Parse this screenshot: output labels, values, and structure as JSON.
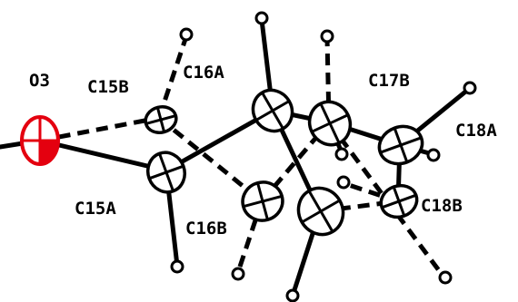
{
  "labels": {
    "o3": "O3",
    "c15a": "C15A",
    "c15b": "C15B",
    "c16a": "C16A",
    "c16b": "C16B",
    "c17b": "C17B",
    "c18a": "C18A",
    "c18b": "C18B"
  },
  "colors": {
    "oxygen": "#e4000f",
    "bond": "#000000",
    "background": "#ffffff"
  }
}
